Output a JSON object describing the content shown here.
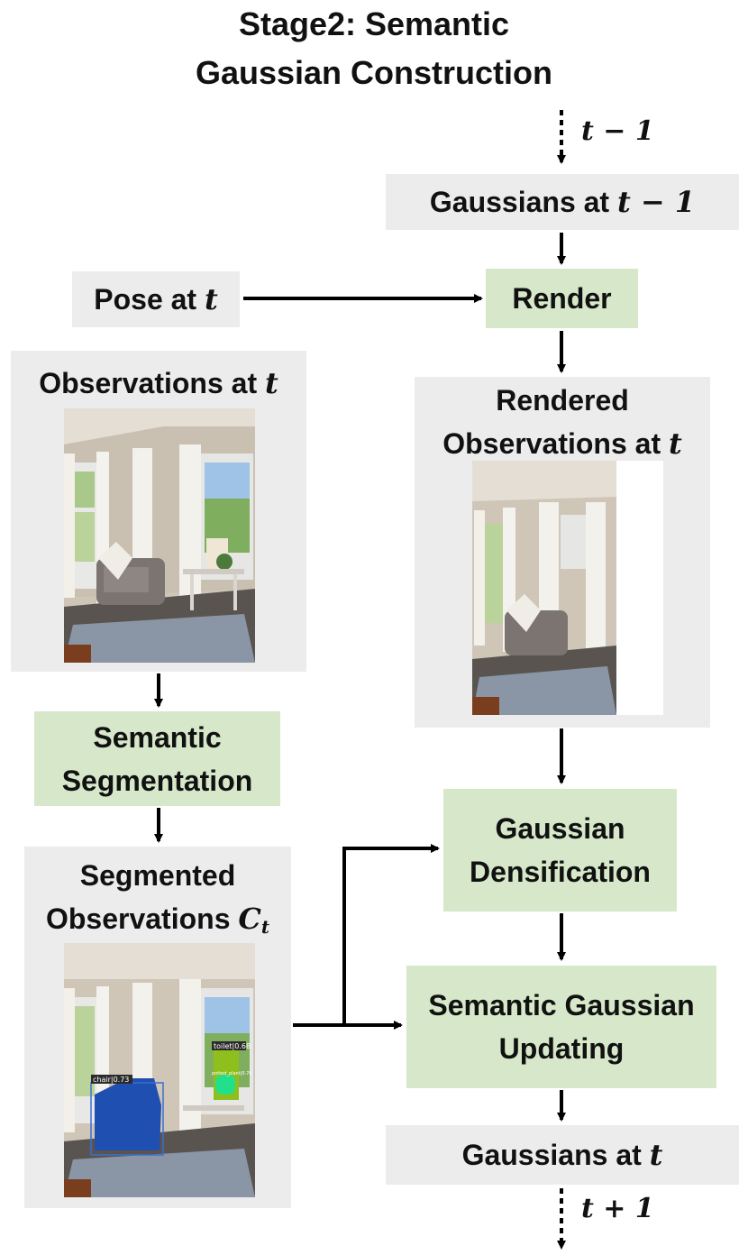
{
  "title": {
    "line1": "Stage2: Semantic",
    "line2": "Gaussian Construction"
  },
  "time": {
    "prev": "t − 1",
    "next": "t + 1"
  },
  "nodes": {
    "gaussians_prev": {
      "text": "Gaussians at ",
      "var": "t − 1"
    },
    "pose": {
      "text": "Pose at ",
      "var": "t"
    },
    "render": {
      "text": "Render"
    },
    "observations": {
      "text": "Observations at ",
      "var": "t"
    },
    "rendered": {
      "line1": "Rendered",
      "line2": "Observations at ",
      "var": "t"
    },
    "semantic_segmentation": {
      "line1": "Semantic",
      "line2": "Segmentation"
    },
    "segmented": {
      "line1": "Segmented",
      "line2": "Observations ",
      "var": "C",
      "sub": "t"
    },
    "gaussian_densification": {
      "line1": "Gaussian",
      "line2": "Densification"
    },
    "semantic_gaussian_updating": {
      "line1": "Semantic Gaussian",
      "line2": "Updating"
    },
    "gaussians_t": {
      "text": "Gaussians at ",
      "var": "t"
    }
  },
  "detections": [
    {
      "label": "chair|0.73"
    },
    {
      "label": "toilet|0.68"
    },
    {
      "label": "potted_plant|0.76"
    }
  ],
  "colors": {
    "grey_box": "#ececec",
    "green_box": "#d6e8c9",
    "arrow": "#000000",
    "chair_mask": "#1f4fb0",
    "toilet_mask": "#8fbf1c",
    "plant_mask": "#22e08a"
  }
}
